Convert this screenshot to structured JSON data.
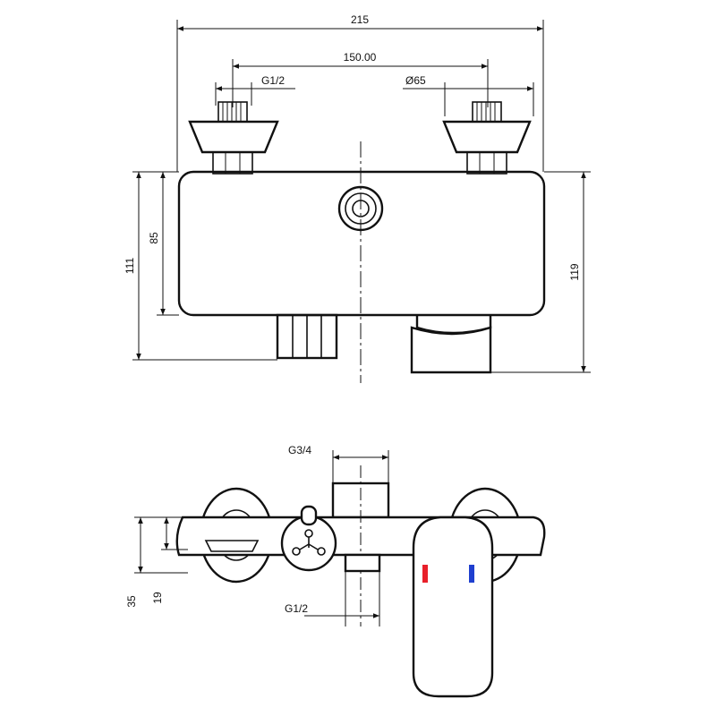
{
  "dimensions": {
    "top": {
      "overall_width": "215",
      "inlet_spacing": "150.00",
      "inlet_thread": "G1/2",
      "flange_diameter": "Ø65",
      "height_body": "85",
      "height_overall": "111",
      "height_right": "119"
    },
    "bottom": {
      "outlet_thread": "G3/4",
      "lower_thread": "G1/2",
      "height_a": "35",
      "height_b": "19"
    }
  },
  "colors": {
    "line": "#111111",
    "hot_indicator": "#e8202a",
    "cold_indicator": "#1f3fcf"
  }
}
